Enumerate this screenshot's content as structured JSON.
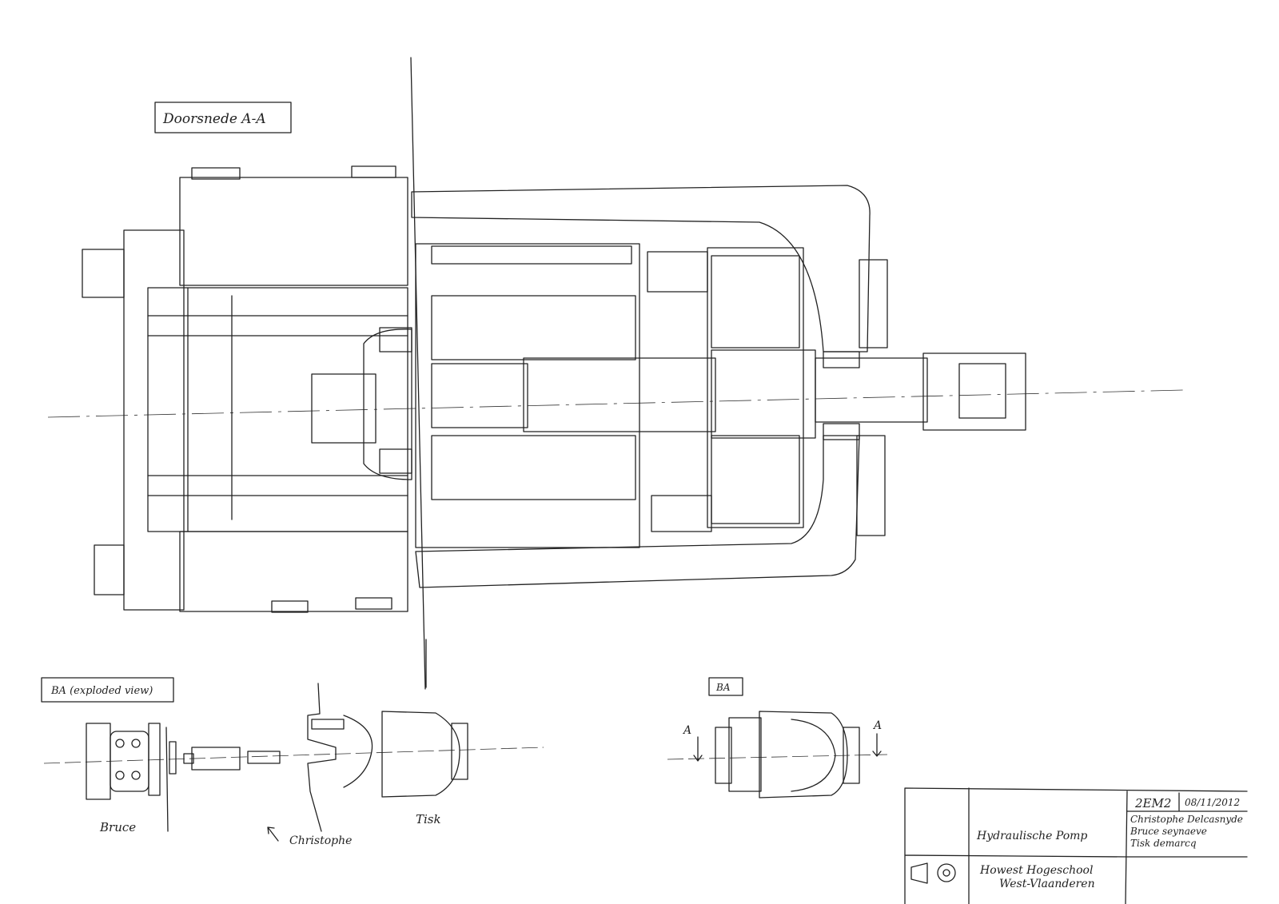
{
  "section_label": "Doorsnede A-A",
  "exploded_label": "BA (exploded view)",
  "part_labels": {
    "bruce": "Bruce",
    "christophe": "Christophe",
    "tisk": "Tisk"
  },
  "assembly_label": "BA",
  "section_marks": [
    "A",
    "A"
  ],
  "title_block": {
    "code": "2EM2",
    "date": "08/11/2012",
    "title": "Hydraulische Pomp",
    "authors": [
      "Christophe Delcasnyde",
      "Bruce seynaeve",
      "Tisk demarcq"
    ],
    "school_line1": "Howest Hogeschool",
    "school_line2": "West-Vlaanderen"
  },
  "ink_color": "#222222"
}
